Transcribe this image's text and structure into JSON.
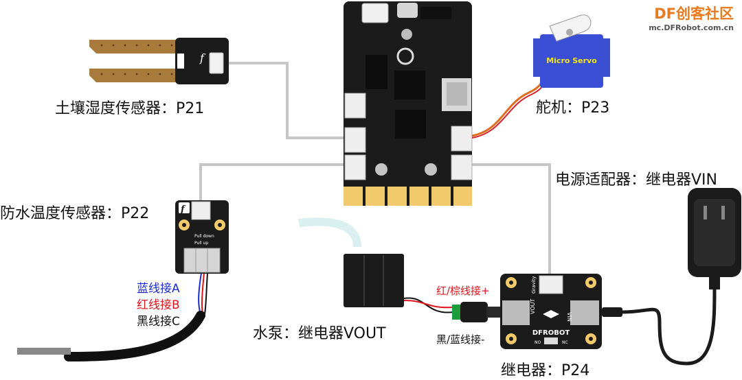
{
  "brand": {
    "name": "DF创客社区",
    "url": "mc.DFRobot.com.cn"
  },
  "labels": {
    "soil_sensor": "土壤湿度传感器：P21",
    "servo": "舵机：P23",
    "power_adapter": "电源适配器：继电器VIN",
    "temp_sensor": "防水温度传感器：P22",
    "pump": "水泵：继电器VOUT",
    "relay": "继电器：P24"
  },
  "wire_labels": {
    "blue": "蓝线接A",
    "red": "红线接B",
    "black": "黑线接C",
    "pos": "红/棕线接+",
    "neg": "黑/蓝线接-"
  },
  "component_text": {
    "servo_name": "Micro Servo",
    "pull_down": "Pull down",
    "pull_up": "Pull up",
    "dfrobot": "DFROBOT",
    "gravity": "Gravity",
    "vout": "VOUT",
    "vin": "VIN",
    "no": "NO",
    "nc": "NC"
  },
  "colors": {
    "label_blue": "#1a2bd6",
    "label_red": "#e0141b",
    "brand_orange": "#e8791c",
    "board": "#1b1b1b",
    "wire_gray": "#c8c8c8"
  }
}
